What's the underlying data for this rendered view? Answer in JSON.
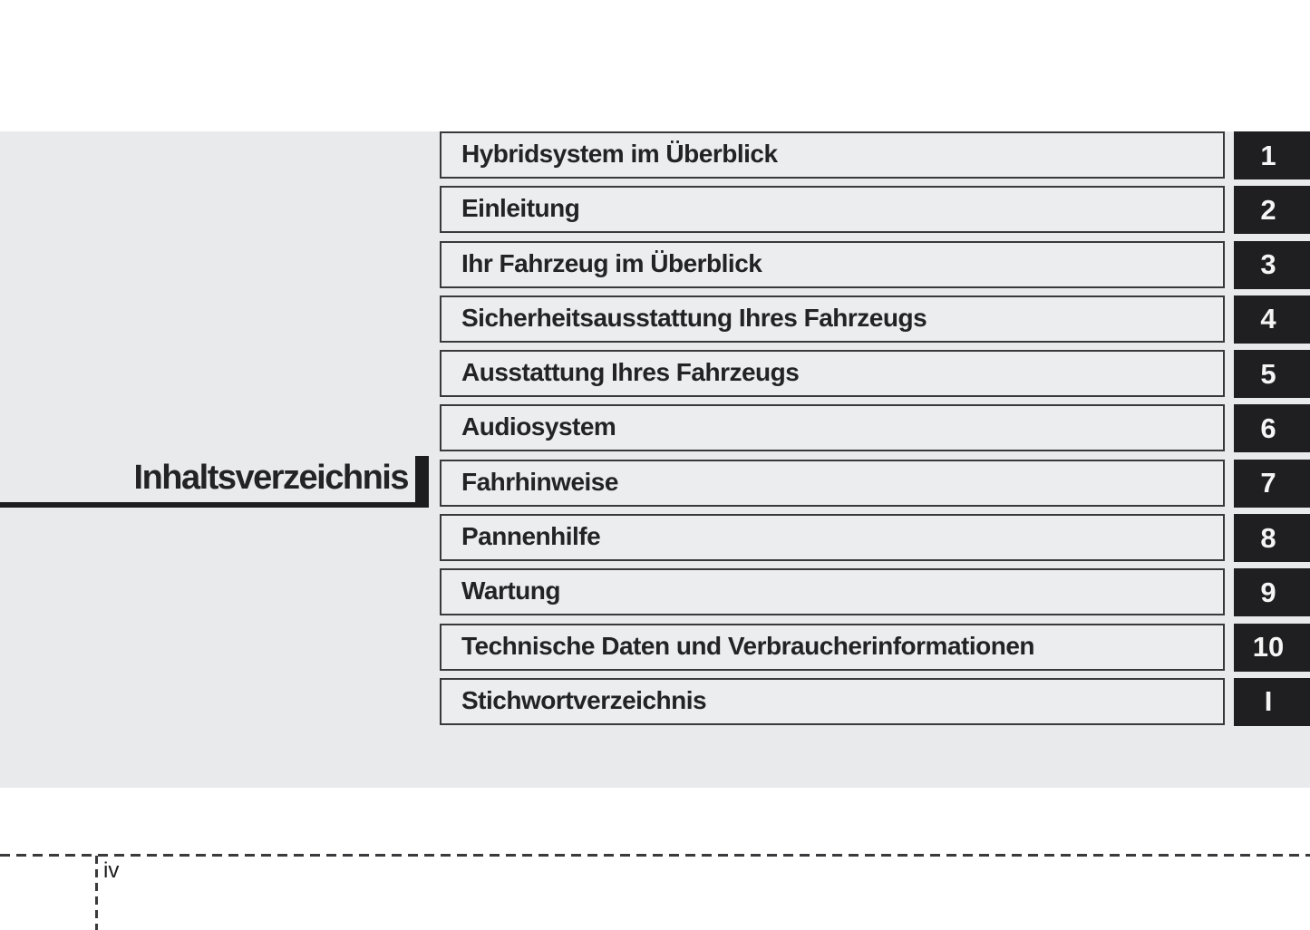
{
  "title": "Inhaltsverzeichnis",
  "page_number": "iv",
  "chapters": [
    {
      "label": "Hybridsystem im Überblick",
      "tab": "1"
    },
    {
      "label": "Einleitung",
      "tab": "2"
    },
    {
      "label": "Ihr Fahrzeug im Überblick",
      "tab": "3"
    },
    {
      "label": "Sicherheitsausstattung Ihres Fahrzeugs",
      "tab": "4"
    },
    {
      "label": "Ausstattung Ihres Fahrzeugs",
      "tab": "5"
    },
    {
      "label": "Audiosystem",
      "tab": "6"
    },
    {
      "label": "Fahrhinweise",
      "tab": "7"
    },
    {
      "label": "Pannenhilfe",
      "tab": "8"
    },
    {
      "label": "Wartung",
      "tab": "9"
    },
    {
      "label": "Technische Daten und Verbraucherinformationen",
      "tab": "10"
    },
    {
      "label": "Stichwortverzeichnis",
      "tab": "I"
    }
  ],
  "colors": {
    "page_background": "#ffffff",
    "band_background": "#e9eaec",
    "box_fill": "#ecedef",
    "box_border": "#39393b",
    "tab_background": "#1f1f21",
    "tab_text": "#f5f5f5",
    "text": "#232325"
  }
}
